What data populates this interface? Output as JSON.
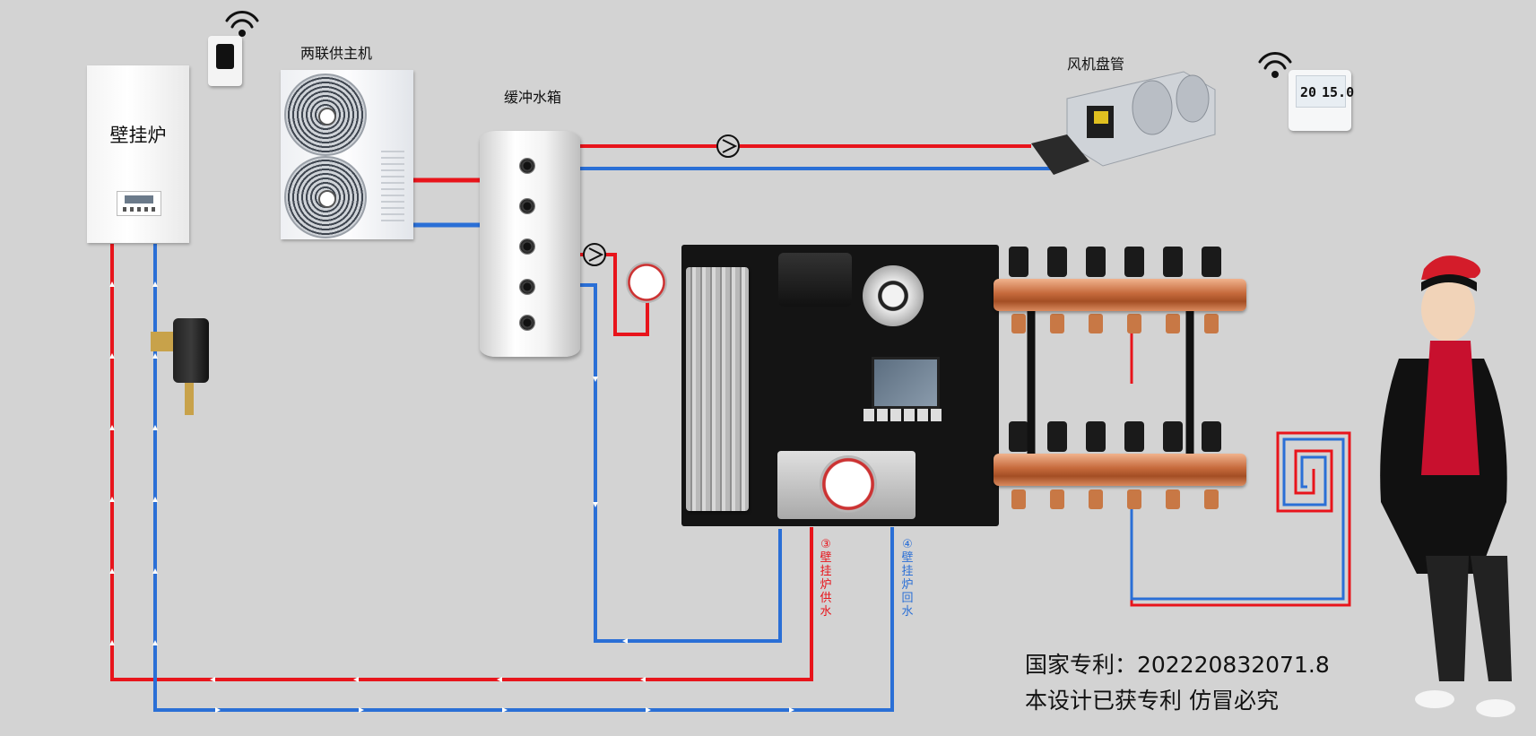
{
  "labels": {
    "boiler": "壁挂炉",
    "heat_pump": "两联供主机",
    "buffer_tank": "缓冲水箱",
    "fan_coil": "风机盘管",
    "boiler_supply": "③壁挂炉供水",
    "boiler_return": "④壁挂炉回水"
  },
  "thermostat": {
    "left_value": "20",
    "right_value": "15.0"
  },
  "patent": {
    "number_line": "国家专利：202220832071.8",
    "notice_line": "本设计已获专利 仿冒必究"
  },
  "colors": {
    "supply": "#e8141b",
    "return": "#2a6fd6",
    "background": "#d3d3d3",
    "copper": "#c66a3c",
    "board": "#141414"
  },
  "icons": [
    "wifi-icon",
    "pump-symbol-icon",
    "arrow-icon"
  ]
}
